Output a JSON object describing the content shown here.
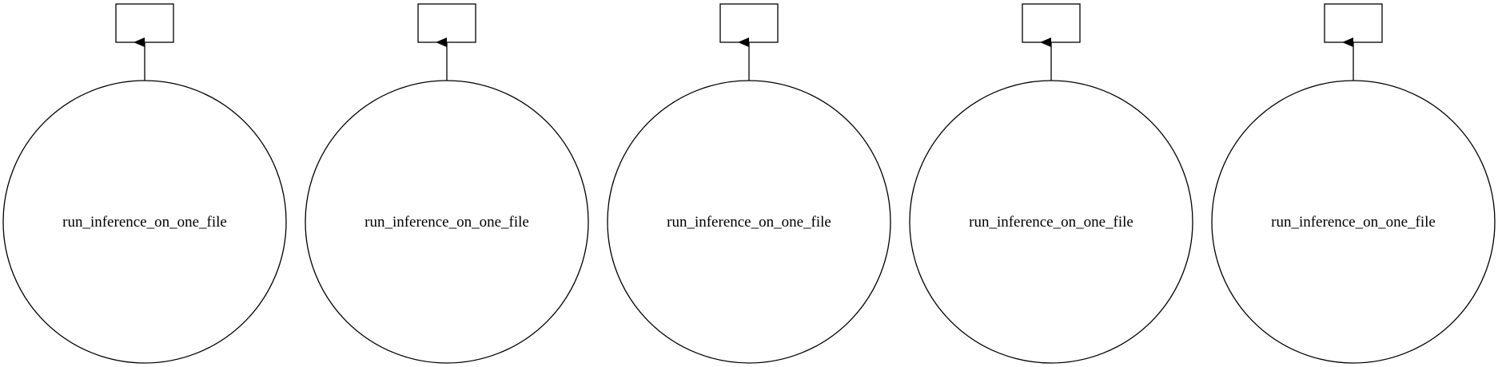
{
  "diagram": {
    "type": "task-graph",
    "colors": {
      "stroke": "#000000",
      "fill": "#ffffff",
      "arrowhead": "#000000"
    },
    "nodes": [
      {
        "id": "task-1",
        "shape": "circle",
        "label": "run_inference_on_one_file"
      },
      {
        "id": "out-1",
        "shape": "rectangle",
        "label": ""
      },
      {
        "id": "task-2",
        "shape": "circle",
        "label": "run_inference_on_one_file"
      },
      {
        "id": "out-2",
        "shape": "rectangle",
        "label": ""
      },
      {
        "id": "task-3",
        "shape": "circle",
        "label": "run_inference_on_one_file"
      },
      {
        "id": "out-3",
        "shape": "rectangle",
        "label": ""
      },
      {
        "id": "task-4",
        "shape": "circle",
        "label": "run_inference_on_one_file"
      },
      {
        "id": "out-4",
        "shape": "rectangle",
        "label": ""
      },
      {
        "id": "task-5",
        "shape": "circle",
        "label": "run_inference_on_one_file"
      },
      {
        "id": "out-5",
        "shape": "rectangle",
        "label": ""
      }
    ],
    "edges": [
      {
        "from": "task-1",
        "to": "out-1"
      },
      {
        "from": "task-2",
        "to": "out-2"
      },
      {
        "from": "task-3",
        "to": "out-3"
      },
      {
        "from": "task-4",
        "to": "out-4"
      },
      {
        "from": "task-5",
        "to": "out-5"
      }
    ]
  }
}
